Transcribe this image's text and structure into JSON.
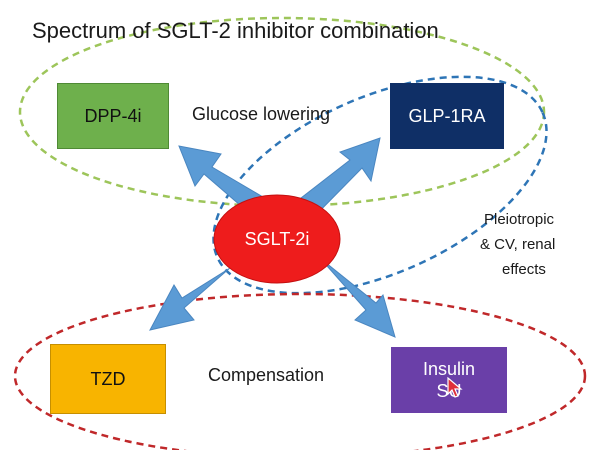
{
  "title": "Spectrum of SGLT-2 inhibitor combination",
  "center": {
    "label": "SGLT-2i"
  },
  "boxes": {
    "dpp4i": "DPP-4i",
    "glp1ra": "GLP-1RA",
    "tzd": "TZD",
    "insulin_line1": "Insulin",
    "insulin_line2": "SU"
  },
  "groups": {
    "glucose_lowering": "Glucose lowering",
    "pleiotropic_line1": "Pleiotropic",
    "pleiotropic_line2": "& CV, renal",
    "pleiotropic_line3": "effects",
    "compensation": "Compensation"
  },
  "colors": {
    "arrow": "#5b9bd5",
    "center_fill": "#ee1c1c",
    "glucose_ellipse": "#9dc55a",
    "pleiotropic_ellipse": "#2e75b6",
    "compensation_ellipse": "#c0282a"
  }
}
